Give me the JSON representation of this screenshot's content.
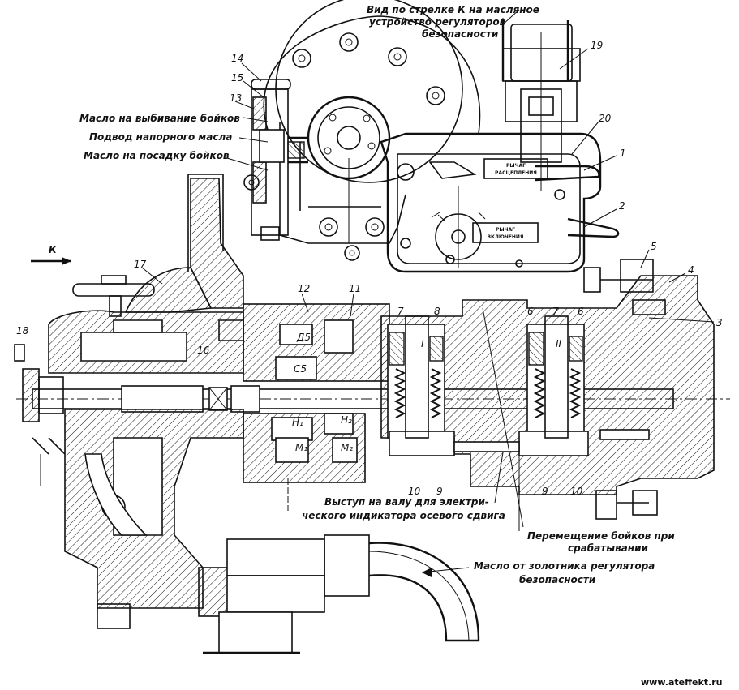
{
  "labels": {
    "view_title_1": "Вид по стрелке К на масляное",
    "view_title_2": "устройство регуляторов",
    "view_title_3": "безопасности",
    "oil_knock": "Масло на выбивание бойков",
    "pressure_oil": "Подвод напорного масла",
    "oil_seat": "Масло на посадку бойков",
    "arrow_k": "К",
    "shaft_1": "Выступ на валу для электри-",
    "shaft_2": "ческого индикатора осевого сдвига",
    "move_1": "Перемещение бойков при",
    "move_2": "срабатывании",
    "oil_from_1": "Масло от золотника регулятора",
    "oil_from_2": "безопасности",
    "plate_1a": "РЫЧАГ",
    "plate_1b": "РАСЦЕПЛЕНИЯ",
    "plate_2a": "РЫЧАГ",
    "plate_2b": "ВКЛЮЧЕНИЯ",
    "watermark": "www.ateffekt.ru"
  },
  "numbers": {
    "n1": "1",
    "n2": "2",
    "n3": "3",
    "n4": "4",
    "n5": "5",
    "n6a": "6",
    "n6b": "6",
    "n7a": "7",
    "n7b": "7",
    "n8": "8",
    "n9a": "9",
    "n9b": "9",
    "n10a": "10",
    "n10b": "10",
    "n11": "11",
    "n12": "12",
    "n13": "13",
    "n14": "14",
    "n15": "15",
    "n16": "16",
    "n17": "17",
    "n18": "18",
    "n19": "19",
    "n20": "20"
  },
  "inner_marks": {
    "i1": "I",
    "i2": "II",
    "h1": "H₁",
    "h2": "H₂",
    "m1": "M₁",
    "m2": "M₂",
    "d5": "Д5",
    "c5": "С5"
  }
}
